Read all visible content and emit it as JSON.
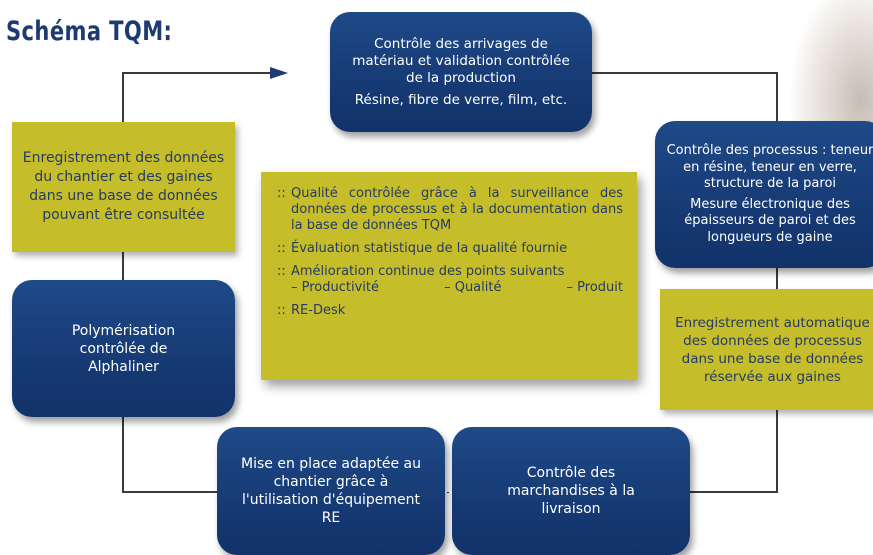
{
  "title": "Schéma TQM:",
  "boxes": {
    "top": {
      "line1": "Contrôle des arrivages de matériau et validation contrôlée de la production",
      "line2": "Résine, fibre de verre, film, etc."
    },
    "right_top": {
      "line1": "Contrôle des processus : teneur en résine, teneur en verre, structure de la paroi",
      "line2": "Mesure électronique des épaisseurs de paroi et des longueurs de gaine"
    },
    "right_yellow": "Enregistrement automatique des données de processus dans une base de données réservée aux gaines",
    "bottom_right": "Contrôle des marchandises à la livraison",
    "bottom_left": "Mise en place adaptée au chantier grâce à l'utilisation d'équipement RE",
    "left_blue": "Polymérisation contrôlée de Alphaliner",
    "left_yellow": "Enregistrement des données du chantier et des gaines dans une base de données pouvant être consultée"
  },
  "center": {
    "bullet": "::",
    "item1": "Qualité contrôlée grâce à la surveillance des données de processus et à la documentation dans la base de données TQM",
    "item2": "Évaluation statistique de la qualité fournie",
    "item3": "Amélioration continue des points suivants",
    "item3_sub": [
      "– Productivité",
      "– Qualité",
      "– Produit"
    ],
    "item4": "RE-Desk"
  },
  "colors": {
    "navy": "#163a74",
    "olive": "#c6bd2a",
    "text_on_olive": "#253b64",
    "connector": "#3a3a3a"
  }
}
